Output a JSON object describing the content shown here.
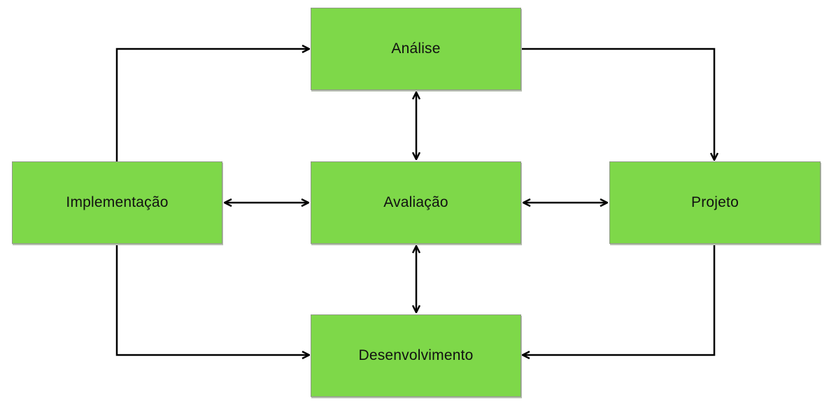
{
  "diagram": {
    "nodes": {
      "analise": "Análise",
      "avaliacao": "Avaliação",
      "implementacao": "Implementação",
      "projeto": "Projeto",
      "desenvolvimento": "Desenvolvimento"
    },
    "edges": [
      {
        "from": "implementacao",
        "to": "analise",
        "direction": "forward"
      },
      {
        "from": "analise",
        "to": "projeto",
        "direction": "forward"
      },
      {
        "from": "projeto",
        "to": "desenvolvimento",
        "direction": "forward"
      },
      {
        "from": "implementacao",
        "to": "desenvolvimento",
        "direction": "forward"
      },
      {
        "from": "analise",
        "to": "avaliacao",
        "direction": "both"
      },
      {
        "from": "avaliacao",
        "to": "desenvolvimento",
        "direction": "both"
      },
      {
        "from": "implementacao",
        "to": "avaliacao",
        "direction": "both"
      },
      {
        "from": "avaliacao",
        "to": "projeto",
        "direction": "both"
      }
    ],
    "colors": {
      "box_fill": "#7ed849",
      "box_border": "#8f9a86",
      "arrow": "#000000"
    }
  }
}
